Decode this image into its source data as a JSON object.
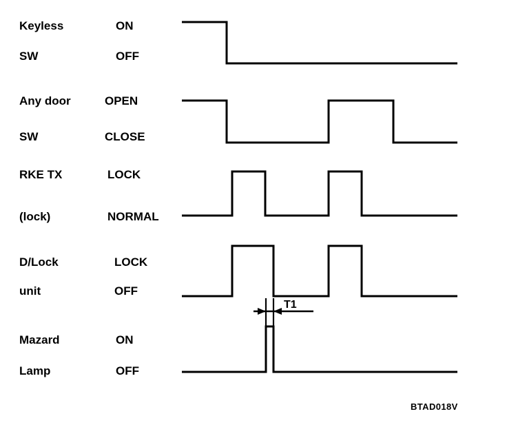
{
  "figure": {
    "type": "timing-diagram",
    "code": "BTAD018V",
    "annotation": {
      "label": "T1"
    }
  },
  "signals": [
    {
      "name_line1": "Keyless",
      "name_line2": "SW",
      "state_high": "ON",
      "state_low": "OFF",
      "waveform": "high from start, falls to low and stays low"
    },
    {
      "name_line1": "Any door",
      "name_line2": "SW",
      "state_high": "OPEN",
      "state_low": "CLOSE",
      "waveform": "high, falls low, rises high, falls low"
    },
    {
      "name_line1": "RKE TX",
      "name_line2": "(lock)",
      "state_high": "LOCK",
      "state_low": "NORMAL",
      "waveform": "low with two short high pulses"
    },
    {
      "name_line1": "D/Lock",
      "name_line2": "unit",
      "state_high": "LOCK",
      "state_low": "OFF",
      "waveform": "low with two high pulses"
    },
    {
      "name_line1": "Mazard",
      "name_line2": "Lamp",
      "state_high": "ON",
      "state_low": "OFF",
      "waveform": "low with one very narrow high pulse"
    }
  ],
  "chart_data": {
    "type": "line",
    "title": "",
    "xlabel": "",
    "ylabel": "",
    "x_axis_start": 264,
    "x_axis_end": 664,
    "series": [
      {
        "name": "Keyless SW",
        "high_state": "ON",
        "low_state": "OFF",
        "y_high": 32,
        "y_low": 92,
        "points": [
          [
            264,
            32
          ],
          [
            329,
            32
          ],
          [
            329,
            92
          ],
          [
            664,
            92
          ]
        ]
      },
      {
        "name": "Any door SW",
        "high_state": "OPEN",
        "low_state": "CLOSE",
        "y_high": 146,
        "y_low": 207,
        "points": [
          [
            264,
            146
          ],
          [
            329,
            146
          ],
          [
            329,
            207
          ],
          [
            477,
            207
          ],
          [
            477,
            146
          ],
          [
            571,
            146
          ],
          [
            571,
            207
          ],
          [
            664,
            207
          ]
        ]
      },
      {
        "name": "RKE TX (lock)",
        "high_state": "LOCK",
        "low_state": "NORMAL",
        "y_high": 249,
        "y_low": 313,
        "points": [
          [
            264,
            313
          ],
          [
            337,
            313
          ],
          [
            337,
            249
          ],
          [
            385,
            249
          ],
          [
            385,
            313
          ],
          [
            477,
            313
          ],
          [
            477,
            249
          ],
          [
            525,
            249
          ],
          [
            525,
            313
          ],
          [
            664,
            313
          ]
        ]
      },
      {
        "name": "D/Lock unit",
        "high_state": "LOCK",
        "low_state": "OFF",
        "y_high": 357,
        "y_low": 430,
        "points": [
          [
            264,
            430
          ],
          [
            337,
            430
          ],
          [
            337,
            357
          ],
          [
            397,
            357
          ],
          [
            397,
            430
          ],
          [
            477,
            430
          ],
          [
            477,
            357
          ],
          [
            525,
            357
          ],
          [
            525,
            430
          ],
          [
            664,
            430
          ]
        ]
      },
      {
        "name": "Mazard Lamp",
        "high_state": "ON",
        "low_state": "OFF",
        "y_high": 474,
        "y_low": 540,
        "points": [
          [
            264,
            540
          ],
          [
            386,
            540
          ],
          [
            386,
            474
          ],
          [
            397,
            474
          ],
          [
            397,
            540
          ],
          [
            664,
            540
          ]
        ]
      }
    ],
    "annotations": [
      {
        "label": "T1",
        "kind": "dimension",
        "from_x": 386,
        "to_x": 397,
        "y": 452,
        "note": "interval between D/Lock pulse end and Hazard Lamp pulse"
      }
    ]
  }
}
